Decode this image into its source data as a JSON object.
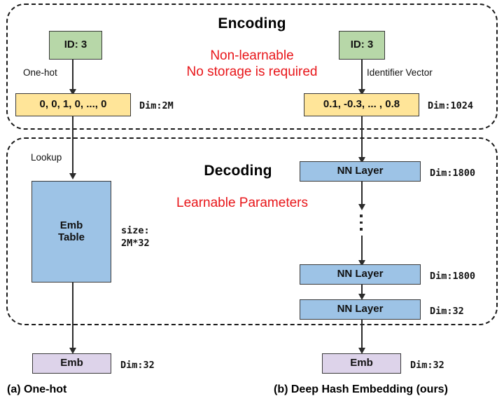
{
  "figure": {
    "sections": [
      {
        "id": "encoding",
        "title": "Encoding",
        "note": "Non-learnable\nNo storage is required"
      },
      {
        "id": "decoding",
        "title": "Decoding",
        "note": "Learnable Parameters"
      }
    ],
    "captions": {
      "left": "(a) One-hot",
      "right": "(b) Deep Hash Embedding (ours)"
    },
    "left_branch": {
      "id_box": "ID: 3",
      "edge_label_encode": "One-hot",
      "vector_box": "0, 0, 1, 0, ..., 0",
      "vector_dim": "Dim:2M",
      "edge_label_decode": "Lookup",
      "table_box": "Emb\nTable",
      "table_size": "size:\n2M*32",
      "output_box": "Emb",
      "output_dim": "Dim:32"
    },
    "right_branch": {
      "id_box": "ID: 3",
      "edge_label_encode": "Identifier Vector",
      "vector_box": "0.1, -0.3, ... , 0.8",
      "vector_dim": "Dim:1024",
      "layers": [
        {
          "label": "NN Layer",
          "dim": "Dim:1800"
        },
        {
          "label": "NN Layer",
          "dim": "Dim:1800"
        },
        {
          "label": "NN Layer",
          "dim": "Dim:32"
        }
      ],
      "output_box": "Emb",
      "output_dim": "Dim:32"
    },
    "colors": {
      "id_box": "#b7d7a8",
      "vector_box": "#ffe599",
      "layer_box": "#9dc3e6",
      "output_box": "#ddd3ea",
      "note_text": "#e8161a",
      "stroke": "#2b2b2b"
    }
  }
}
